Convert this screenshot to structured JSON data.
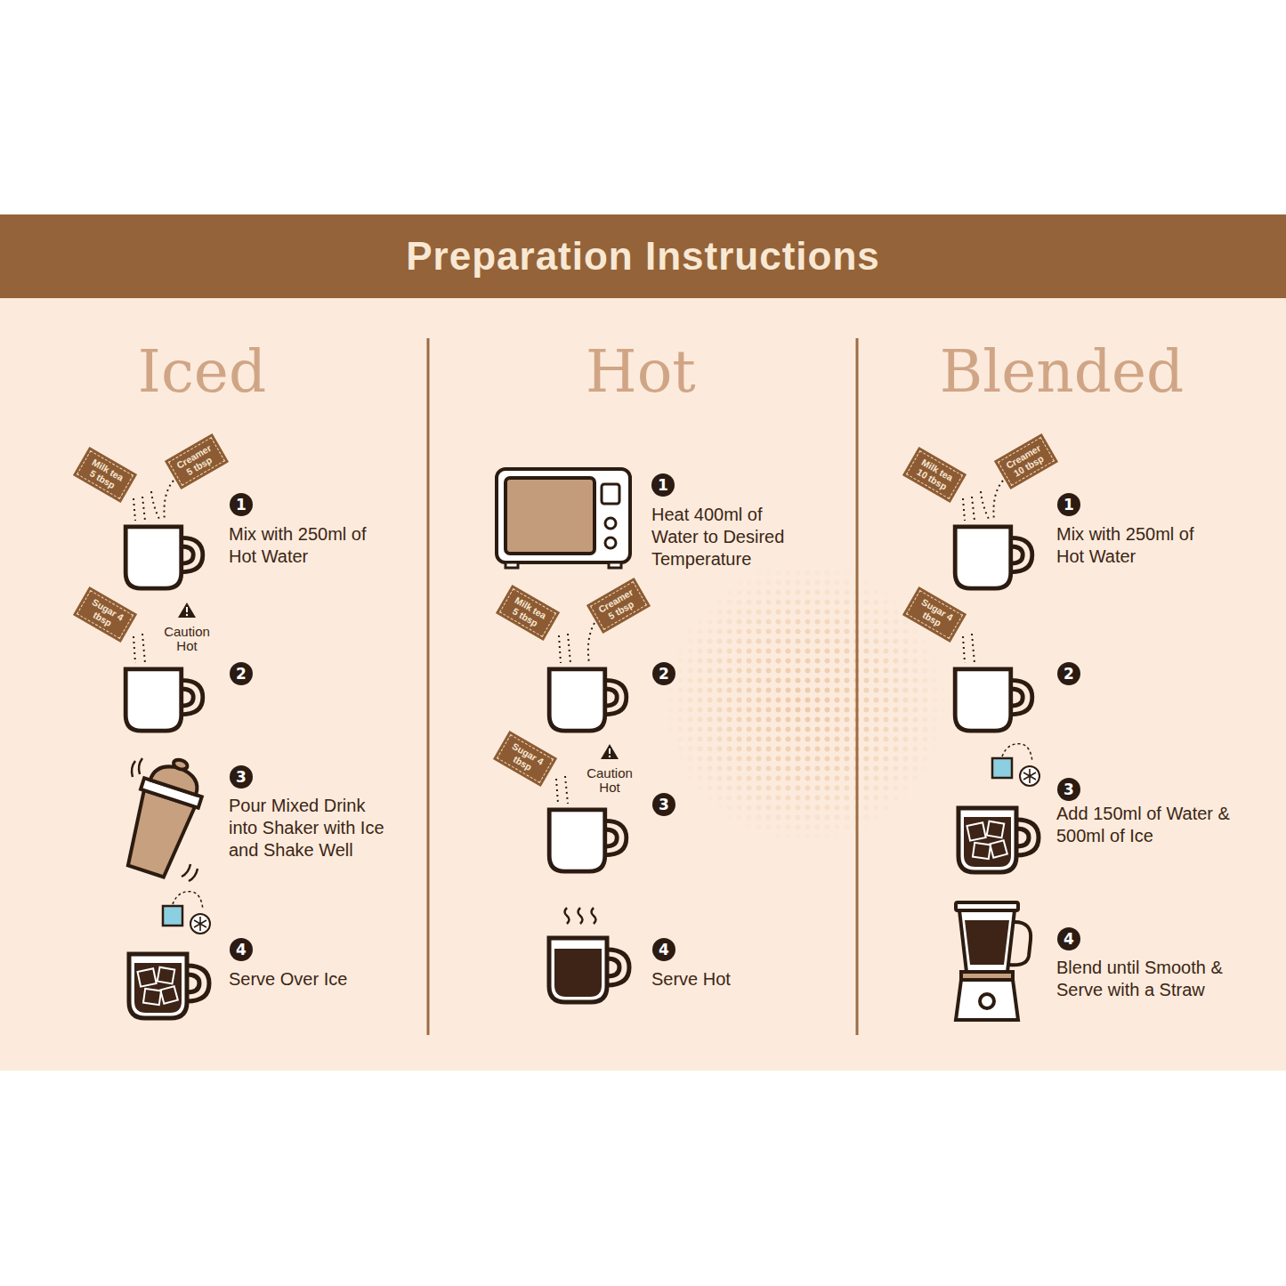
{
  "diagram": {
    "title": "Preparation Instructions",
    "nodes": [
      {
        "text": [
          "Milk tea 5 tbsp"
        ]
      },
      {
        "text": [
          "Creamer 5 tbsp"
        ]
      },
      {
        "text": [
          "1"
        ]
      },
      {
        "text": [
          "Sugar 4 tbsp"
        ]
      },
      {
        "text": [
          "2"
        ]
      },
      {
        "text": [
          "3"
        ]
      },
      {
        "text": [
          "4"
        ]
      },
      {
        "text": [
          "1"
        ]
      },
      {
        "text": [
          "Milk tea 5 tbsp"
        ]
      },
      {
        "text": [
          "Creamer 5 tbsp"
        ]
      },
      {
        "text": [
          "2"
        ]
      },
      {
        "text": [
          "Sugar 4 tbsp"
        ]
      },
      {
        "text": [
          "3"
        ]
      },
      {
        "text": [
          "4"
        ]
      },
      {
        "text": [
          "Milk tea 10 tbsp"
        ]
      },
      {
        "text": [
          "Creamer 10 tbsp"
        ]
      },
      {
        "text": [
          "1"
        ]
      },
      {
        "text": [
          "Sugar 4 tbsp"
        ]
      },
      {
        "text": [
          "2"
        ]
      },
      {
        "text": [
          "3"
        ]
      },
      {
        "text": [
          "4"
        ]
      }
    ],
    "labels": [
      "Iced",
      "Mix with 250ml of Hot Water",
      "Caution Hot",
      "Pour Mixed Drink into Shaker with Ice and Shake Well",
      "Serve Over Ice",
      "Hot",
      "Heat 400ml of Water to Desired Temperature",
      "Caution Hot",
      "Serve Hot",
      "Blended",
      "Mix with 250ml of Hot Water",
      "Add 150ml of Water & 500ml of Ice",
      "Blend until Smooth & Serve with a Straw"
    ]
  }
}
